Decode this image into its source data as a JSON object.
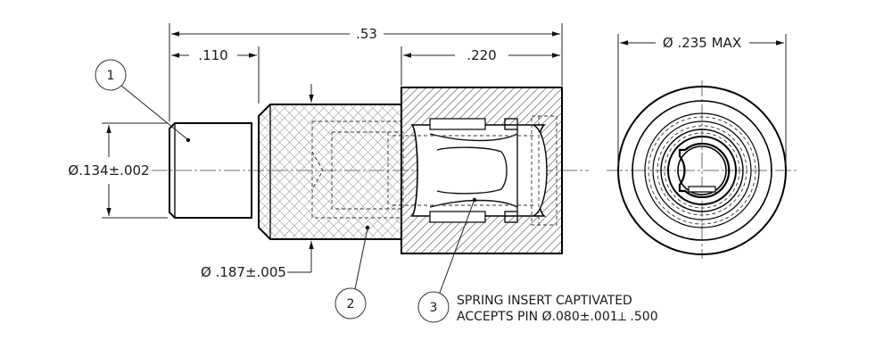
{
  "dimensions": {
    "overall_length": ".53",
    "tip_length": ".110",
    "bore_depth": ".220",
    "max_diameter": "Ø .235 MAX",
    "tip_diameter": "Ø.134±.002",
    "body_diameter": "Ø .187±.005"
  },
  "balloons": [
    {
      "number": "1"
    },
    {
      "number": "2"
    },
    {
      "number": "3"
    }
  ],
  "notes": {
    "line1": "SPRING INSERT CAPTIVATED",
    "line2": "ACCEPTS PIN Ø.080±.001⟂ .500"
  },
  "colors": {
    "line": "#000000",
    "background": "#ffffff"
  }
}
